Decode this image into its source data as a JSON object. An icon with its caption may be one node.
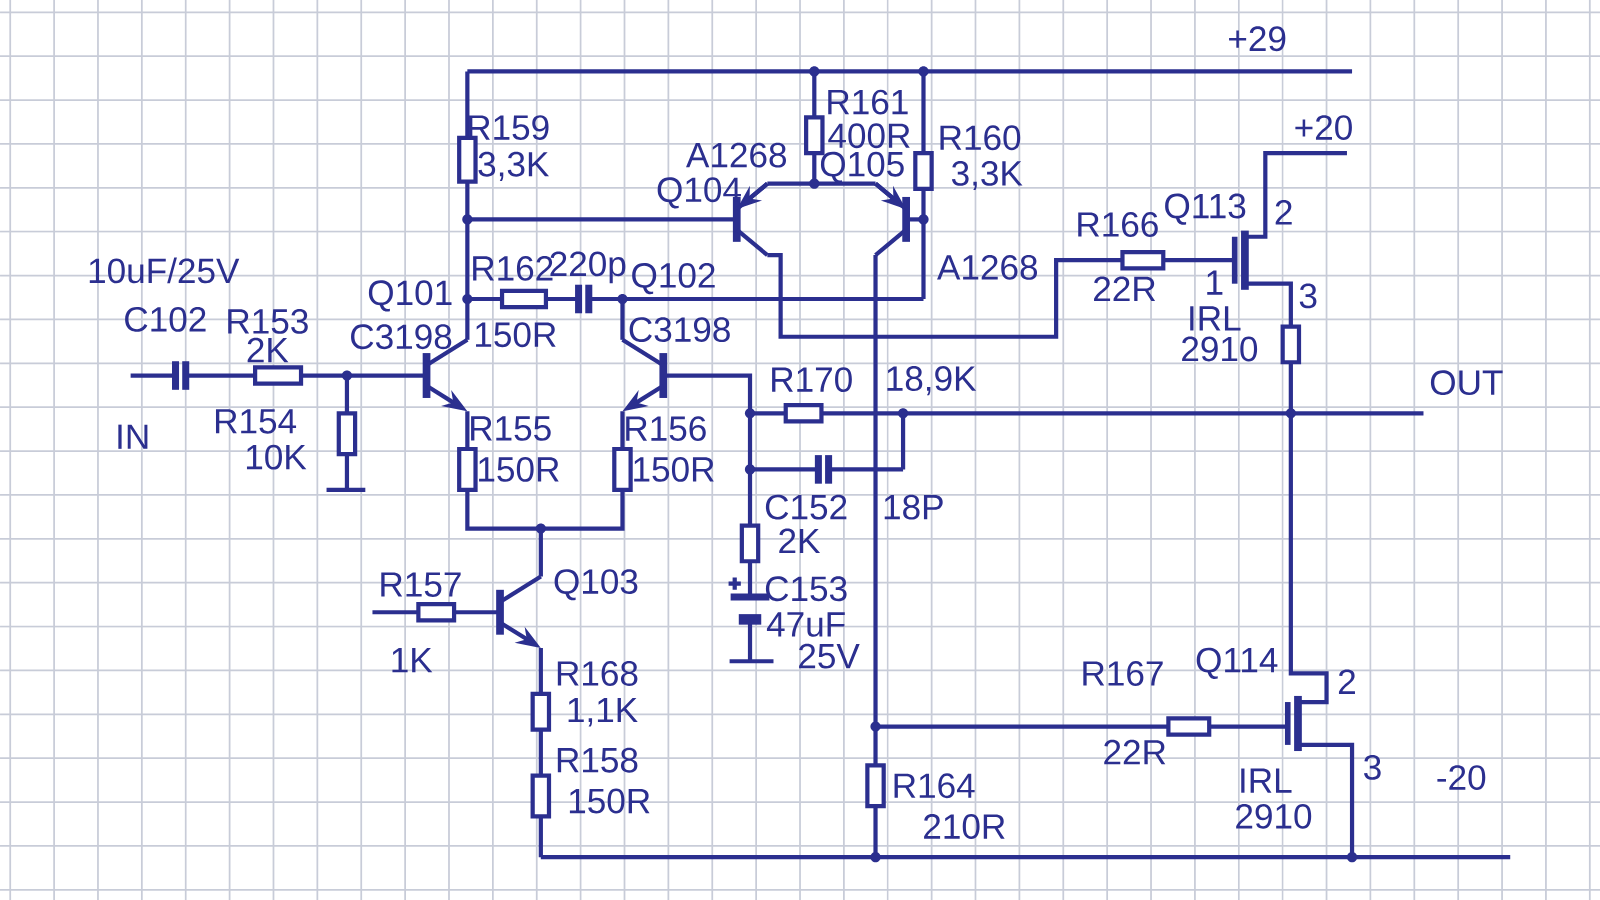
{
  "diagram": {
    "labels": [
      "+29",
      "+20",
      "-20",
      "10uF/25V",
      "C102",
      "R153",
      "2K",
      "IN",
      "R154",
      "10K",
      "Q101",
      "C3198",
      "R159",
      "3,3K",
      "R162",
      "150R",
      "220p",
      "Q102",
      "C3198",
      "R155",
      "150R",
      "R156",
      "150R",
      "R157",
      "1K",
      "Q103",
      "R168",
      "1,1K",
      "R158",
      "150R",
      "R161",
      "400R",
      "A1268",
      "Q104",
      "Q105",
      "R160",
      "3,3K",
      "A1268",
      "R170",
      "18,9K",
      "C152",
      "18P",
      "2K",
      "C153",
      "47uF",
      "25V",
      "R166",
      "22R",
      "Q113",
      "2",
      "1",
      "3",
      "IRL",
      "2910",
      "OUT",
      "R167",
      "22R",
      "Q114",
      "2",
      "3",
      "IRL",
      "2910",
      "R164",
      "210R"
    ]
  }
}
